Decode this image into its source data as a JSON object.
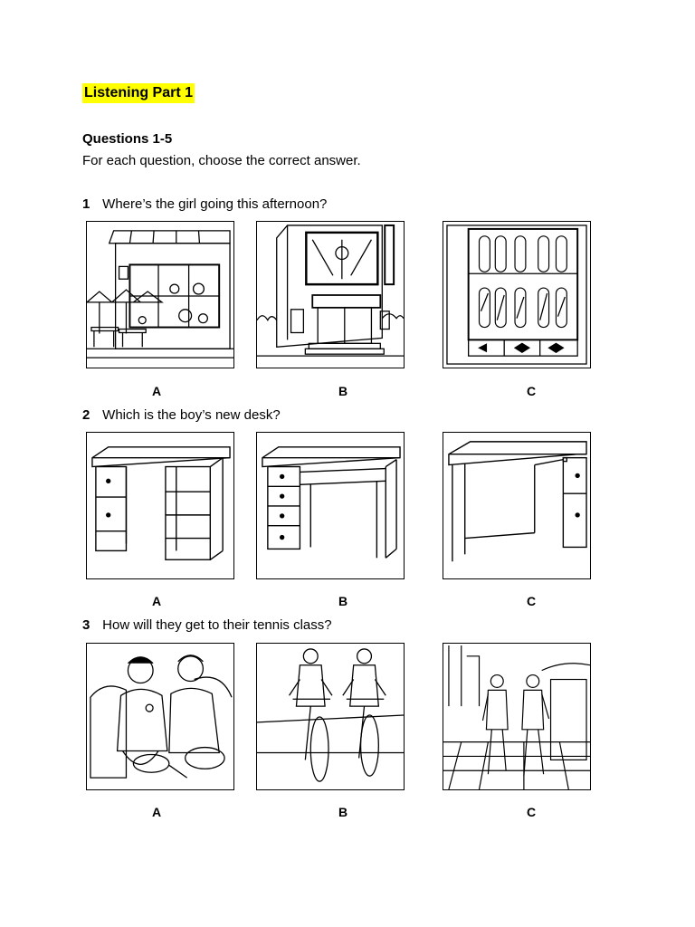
{
  "section_title": "Listening Part 1",
  "questions_heading": "Questions 1-5",
  "instruction": "For each question, choose the correct answer.",
  "questions": [
    {
      "number": "1",
      "text": "Where’s the girl going this afternoon?",
      "options": [
        {
          "letter": "A",
          "picture": "cafe-picture"
        },
        {
          "letter": "B",
          "picture": "cinema-picture"
        },
        {
          "letter": "C",
          "picture": "skateboard-shop-picture"
        }
      ]
    },
    {
      "number": "2",
      "text": "Which is the boy’s new desk?",
      "options": [
        {
          "letter": "A",
          "picture": "desk-drawers-and-shelves-picture"
        },
        {
          "letter": "B",
          "picture": "desk-four-drawers-picture"
        },
        {
          "letter": "C",
          "picture": "desk-right-drawers-picture"
        }
      ]
    },
    {
      "number": "3",
      "text": "How will they get to their tennis class?",
      "options": [
        {
          "letter": "A",
          "picture": "boys-on-bus-picture"
        },
        {
          "letter": "B",
          "picture": "boys-cycling-picture"
        },
        {
          "letter": "C",
          "picture": "boys-walking-picture"
        }
      ]
    }
  ]
}
